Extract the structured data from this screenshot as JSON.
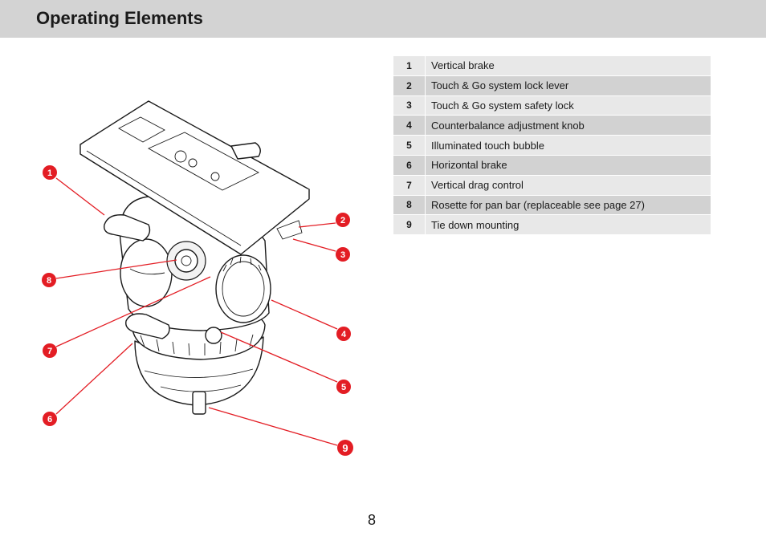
{
  "header": {
    "title": "Operating Elements"
  },
  "callouts": [
    "1",
    "2",
    "3",
    "4",
    "5",
    "6",
    "7",
    "8",
    "9"
  ],
  "legend": [
    {
      "number": "1",
      "label": "Vertical brake"
    },
    {
      "number": "2",
      "label": "Touch & Go system lock lever"
    },
    {
      "number": "3",
      "label": "Touch & Go system safety lock"
    },
    {
      "number": "4",
      "label": "Counterbalance adjustment knob"
    },
    {
      "number": "5",
      "label": "Illuminated touch bubble"
    },
    {
      "number": "6",
      "label": "Horizontal brake"
    },
    {
      "number": "7",
      "label": "Vertical drag control"
    },
    {
      "number": "8",
      "label": "Rosette for pan bar (replaceable see page 27)"
    },
    {
      "number": "9",
      "label": "Tie down mounting"
    }
  ],
  "footer": {
    "page_number": "8"
  },
  "colors": {
    "header_bg": "#d3d3d3",
    "accent": "#e31d24",
    "row_light": "#e8e8e8",
    "row_dark": "#d2d2d2"
  }
}
